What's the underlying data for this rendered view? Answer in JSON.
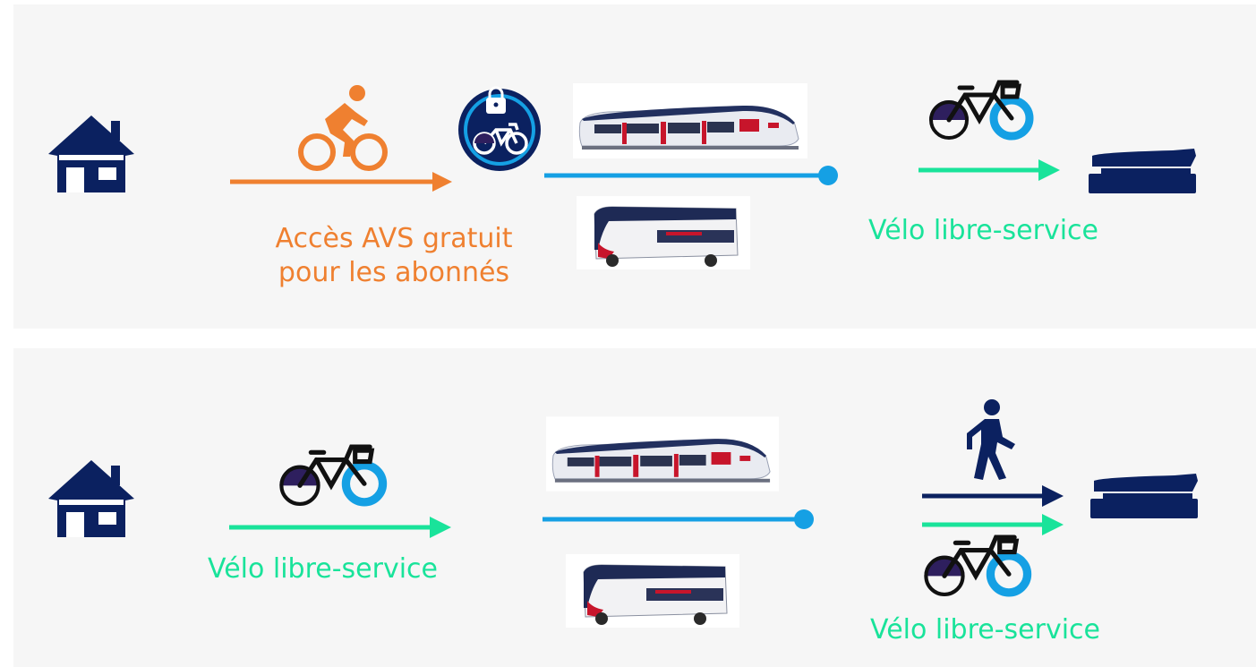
{
  "colors": {
    "navy": "#0b2160",
    "orange": "#ef8030",
    "green": "#19e39a",
    "blue": "#15a0e4",
    "purple_dark": "#2e1f5e",
    "panel_bg": "#f6f6f6"
  },
  "icons": [
    "house-icon",
    "cyclist-icon",
    "bike-lock-badge-icon",
    "train-image",
    "bus-image",
    "shared-bike-icon",
    "office-stapler-icon",
    "pedestrian-icon"
  ],
  "scenario_1": {
    "label_orange_line1": "Accès AVS gratuit",
    "label_orange_line2": "pour les abonnés",
    "label_green": "Vélo libre-service"
  },
  "scenario_2": {
    "label_green_left": "Vélo libre-service",
    "label_green_right": "Vélo libre-service"
  }
}
